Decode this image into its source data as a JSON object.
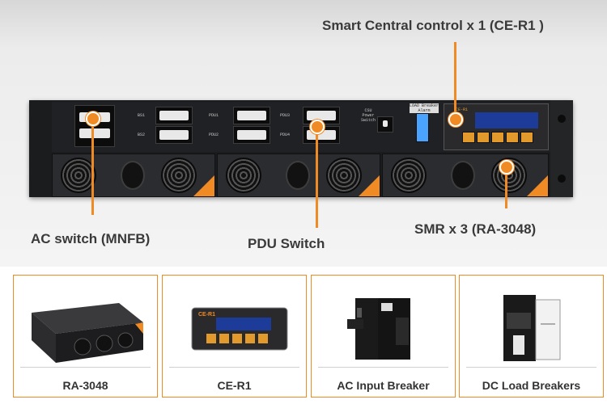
{
  "labels": {
    "ce_callout": "Smart Central control x 1  (CE-R1 )",
    "ac_callout": "AC switch (MNFB)",
    "pdu_callout": "PDU Switch",
    "smr_callout": "SMR x 3 (RA-3048)"
  },
  "panel_text": {
    "bs1": "BS1",
    "bs2": "BS2",
    "pdu1": "PDU1",
    "pdu2": "PDU2",
    "pdu3": "PDU3",
    "pdu4": "PDU4",
    "csu": "CSU\nPower\nSwitch",
    "load_breaker": "LOAD Breaker\nAlarm",
    "ce_r1": "CE-R1"
  },
  "cards": [
    {
      "label": "RA-3048",
      "icon": "rectifier-module-icon"
    },
    {
      "label": "CE-R1",
      "icon": "controller-module-icon"
    },
    {
      "label": "AC Input Breaker",
      "icon": "ac-breaker-icon"
    },
    {
      "label": "DC Load Breakers",
      "icon": "dc-breaker-icon"
    }
  ],
  "colors": {
    "accent": "#f08a24",
    "chassis": "#1b1c1e",
    "screen": "#1d3c9a"
  }
}
